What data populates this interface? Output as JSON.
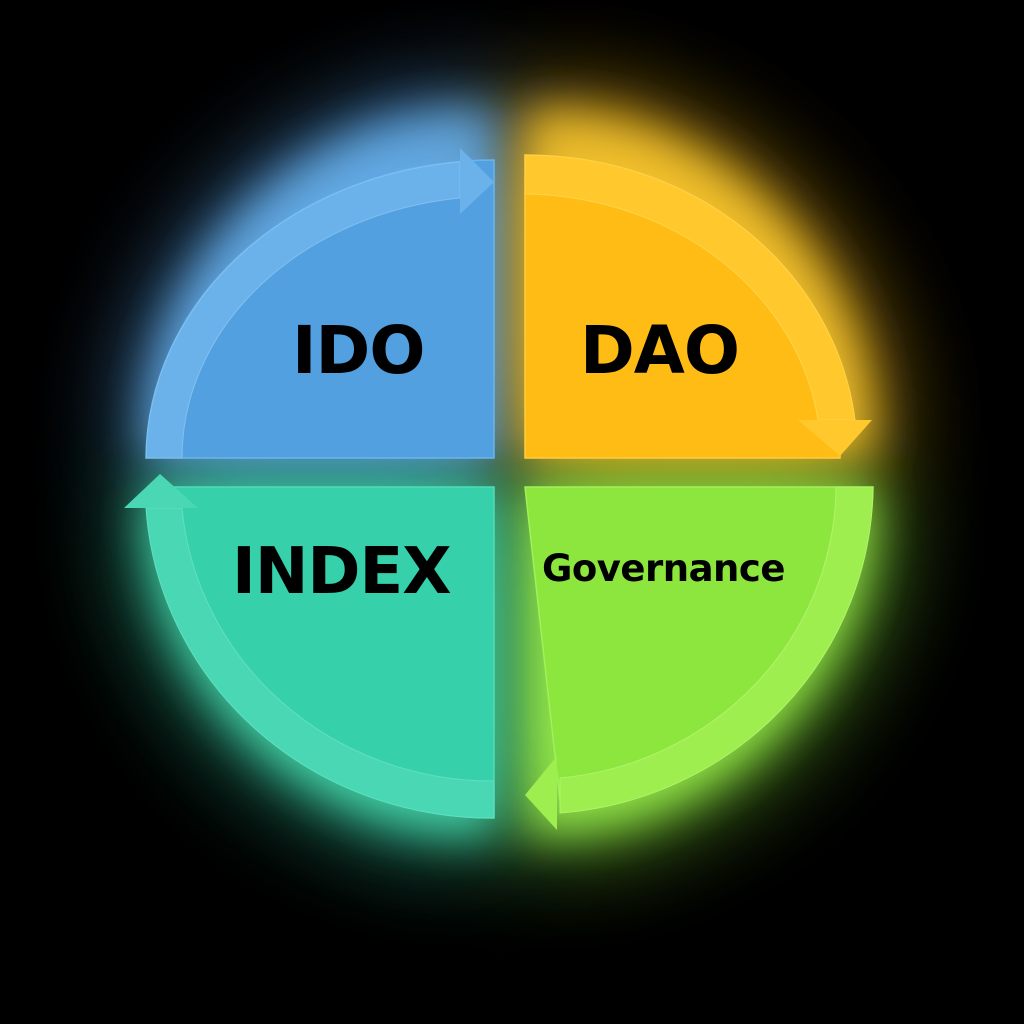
{
  "diagram": {
    "type": "cycle-quadrant",
    "quadrants": [
      {
        "position": "top-left",
        "label": "IDO",
        "color": "#52a0e0",
        "arrow_color": "#6cb2ea",
        "arrow_direction": "right"
      },
      {
        "position": "top-right",
        "label": "DAO",
        "color": "#ffbc14",
        "arrow_color": "#ffc92e",
        "arrow_direction": "down"
      },
      {
        "position": "bottom-right",
        "label": "Governance",
        "color": "#8ce63e",
        "arrow_color": "#9eee50",
        "arrow_direction": "left"
      },
      {
        "position": "bottom-left",
        "label": "INDEX",
        "color": "#36d0aa",
        "arrow_color": "#4ad8b4",
        "arrow_direction": "up"
      }
    ],
    "background": "#000000",
    "flow": "clockwise"
  }
}
